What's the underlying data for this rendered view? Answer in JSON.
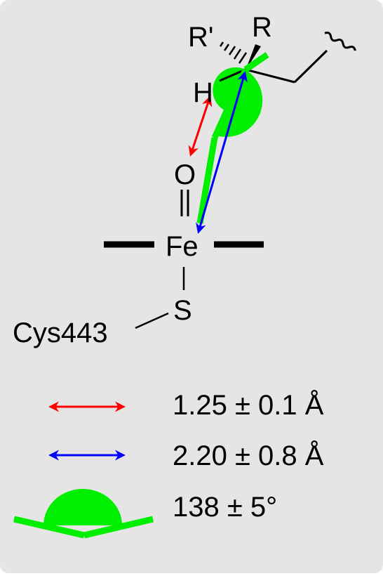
{
  "structure": {
    "atoms": {
      "r_prime": "R'",
      "r": "R",
      "h": "H",
      "o": "O",
      "fe": "Fe",
      "s": "S"
    },
    "residue": "Cys443"
  },
  "legend": [
    {
      "label": "1.25 ± 0.1 Å",
      "icon": "red-double-arrow-icon",
      "color": "#ff0000"
    },
    {
      "label": "2.20 ± 0.8 Å",
      "icon": "blue-double-arrow-icon",
      "color": "#0000ff"
    },
    {
      "label": "138 ± 5°",
      "icon": "green-angle-icon",
      "color": "#00ee00"
    }
  ],
  "colors": {
    "background": "#e5e5e5",
    "h_o_distance": "#ff0000",
    "c_fe_distance": "#0000ff",
    "angle": "#00ee00"
  }
}
